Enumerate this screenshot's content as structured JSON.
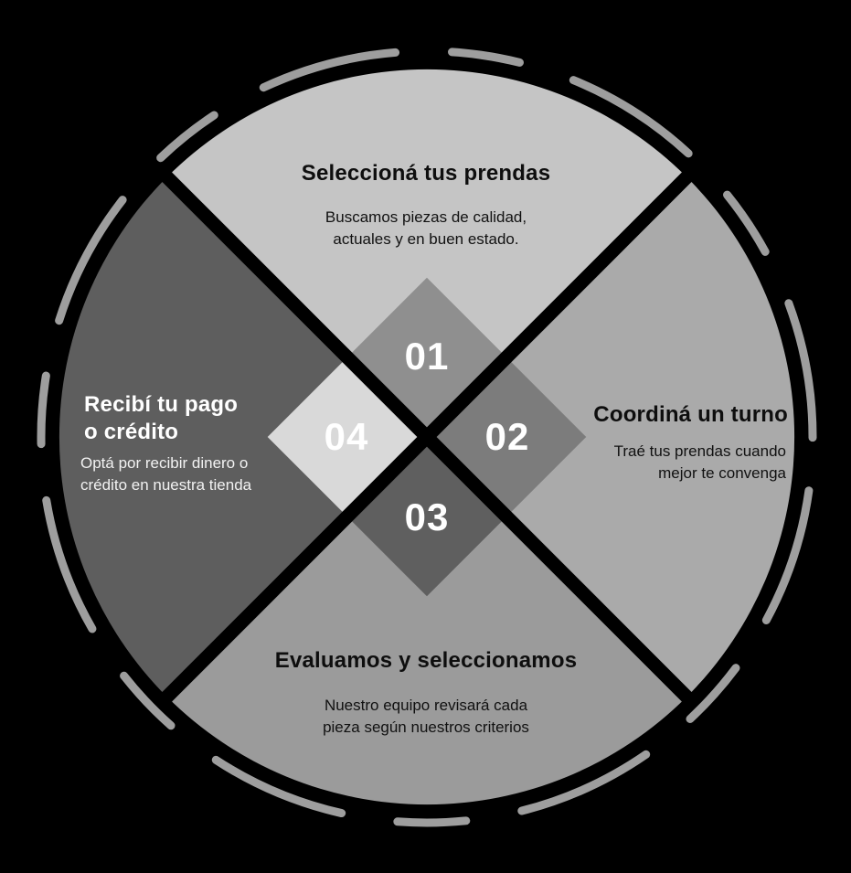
{
  "diagram": {
    "background_color": "#000000",
    "ring_color": "#9e9e9e",
    "divider_color": "#000000",
    "number_color": "#ffffff",
    "steps": [
      {
        "number": "01",
        "title": "Seleccioná tus prendas",
        "body": "Buscamos piezas de calidad,\nactuales y en buen estado.",
        "wedge_color": "#c5c5c5",
        "diamond_color": "#8f8f8f",
        "title_color": "#0e0e0e",
        "body_color": "#111111"
      },
      {
        "number": "02",
        "title": "Coordiná un turno",
        "body": "Traé tus prendas cuando\nmejor te convenga",
        "wedge_color": "#aaaaaa",
        "diamond_color": "#7c7c7c",
        "title_color": "#0e0e0e",
        "body_color": "#111111"
      },
      {
        "number": "03",
        "title": "Evaluamos y seleccionamos",
        "body": "Nuestro equipo revisará cada\npieza según nuestros criterios",
        "wedge_color": "#9b9b9b",
        "diamond_color": "#5f5f5f",
        "title_color": "#0e0e0e",
        "body_color": "#111111"
      },
      {
        "number": "04",
        "title": "Recibí tu pago\no crédito",
        "body": "Optá por recibir dinero o\ncrédito en nuestra tienda",
        "wedge_color": "#5e5e5e",
        "diamond_color": "#d9d9d9",
        "title_color": "#ffffff",
        "body_color": "#f2f2f2"
      }
    ]
  }
}
